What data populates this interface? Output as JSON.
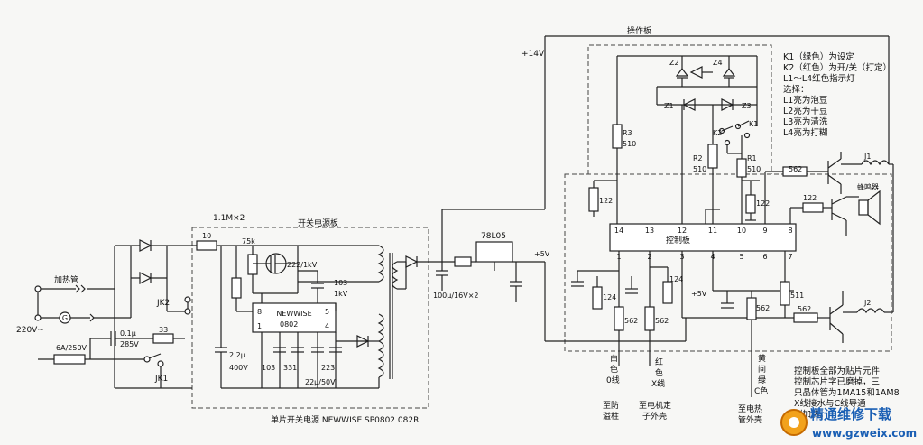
{
  "top": {
    "title": "操作板",
    "v14": "+14V"
  },
  "notes": [
    "K1（绿色）为设定",
    "K2（红色）为开/关（打定）",
    "L1～L4红色指示灯",
    "选择：",
    "L1亮为泡豆",
    "L2亮为干豆",
    "L3亮为清洗",
    "L4亮为打糊"
  ],
  "ps": {
    "title": "开关电源板",
    "bottom": "单片开关电源 NEWWISE SP0802 082R",
    "r1m": "1.1M×2",
    "r10": "10",
    "r75k": "75k",
    "c222": "222/1kV",
    "c103": "103",
    "v1kv": "1kV",
    "chip": "NEWWISE",
    "chip_model": "0802",
    "p8": "8",
    "p5": "5",
    "p1": "1",
    "p4": "4",
    "c22u": "2.2μ",
    "v400": "400V",
    "c103b": "103",
    "c331": "331",
    "c223": "223",
    "c22u50": "22μ/50V"
  },
  "left": {
    "heater": "加热管",
    "ac": "220V~",
    "jk2": "JK2",
    "jk1": "JK1",
    "fuse": "6A/250V",
    "cap": "0.1μ",
    "cap_v": "285V",
    "r33": "33"
  },
  "reg": {
    "model": "78L05",
    "v5": "+5V",
    "caps": "100μ/16V×2"
  },
  "ctrl": {
    "title": "控制板",
    "pins_top": [
      "14",
      "13",
      "12",
      "11",
      "10",
      "9",
      "8"
    ],
    "pins_bot": [
      "1",
      "2",
      "3",
      "4",
      "5",
      "6",
      "7"
    ],
    "r3": "R3",
    "r3v": "510",
    "r2": "R2",
    "r2v": "510",
    "r1": "R1",
    "r1v": "510",
    "r122a": "122",
    "r122b": "122",
    "r122c": "122",
    "r124a": "124",
    "r124b": "124",
    "r562a": "562",
    "r562b": "562",
    "r562c": "562",
    "r562d": "562",
    "r562e": "562",
    "r511": "511",
    "v5": "+5V",
    "z1": "Z1",
    "z2": "Z2",
    "z3": "Z3",
    "z4": "Z4",
    "k1": "K1",
    "k2": "K2",
    "j1": "J1",
    "j2": "J2",
    "buzzer": "蜂鸣器"
  },
  "wires": {
    "white1": "白",
    "white2": "色",
    "white3": "0线",
    "red1": "红",
    "red2": "色",
    "red3": "X线",
    "yg1": "黄",
    "yg2": "间",
    "yg3": "绿",
    "yg4": "C色",
    "dest1a": "至防",
    "dest1b": "溢柱",
    "dest2a": "至电机定",
    "dest2b": "子外壳",
    "dest3a": "至电热",
    "dest3b": "管外壳"
  },
  "note2": [
    "控制板全部为贴片元件",
    "控制芯片字已磨掉，三",
    "只晶体管为1MA15和1AM8",
    "X线接水与C线导通",
    "则加热。"
  ],
  "watermark": {
    "cn": "精通维修下载",
    "url": "www.gzweix.com"
  }
}
